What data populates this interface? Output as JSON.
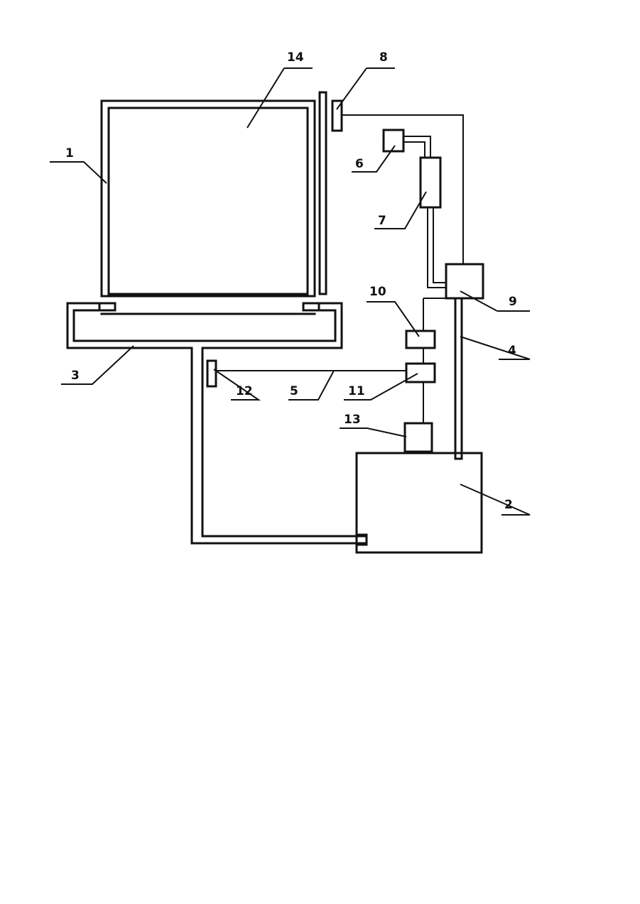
{
  "diagram": {
    "labels": {
      "tank_14": "14",
      "frame_1": "1",
      "bottom_channel_3": "3",
      "tank_2": "2",
      "pipe_4": "4",
      "line_5": "5",
      "unit_6": "6",
      "unit_7": "7",
      "sensor_8": "8",
      "unit_9": "9",
      "unit_10": "10",
      "unit_11": "11",
      "sensor_12": "12",
      "unit_13": "13"
    }
  }
}
